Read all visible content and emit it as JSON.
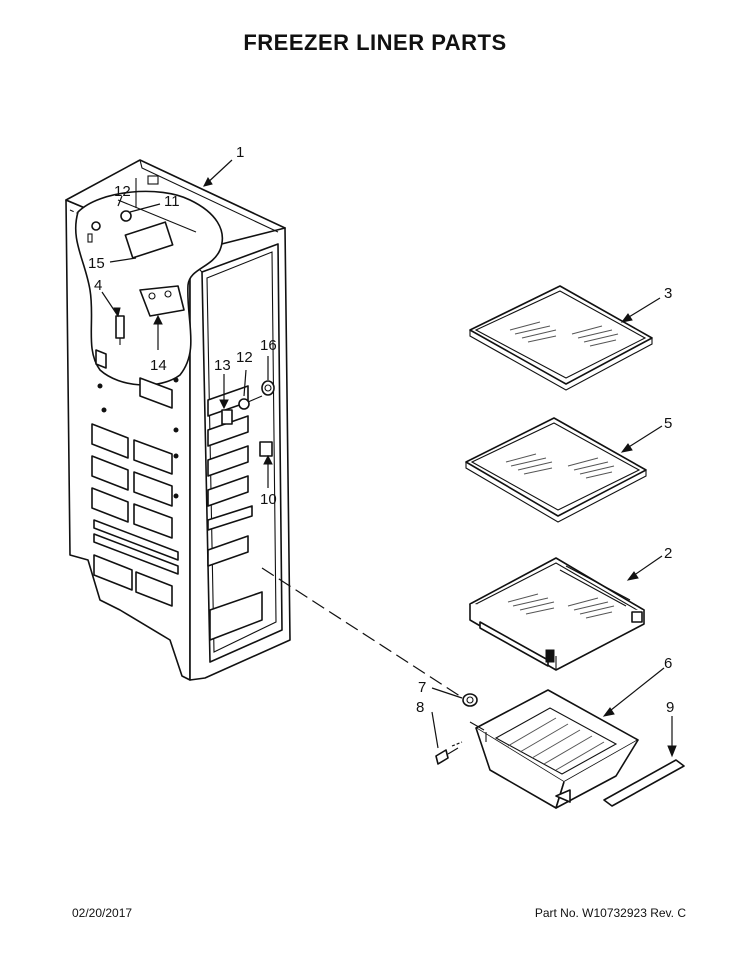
{
  "title": "FREEZER LINER PARTS",
  "footer": {
    "date": "02/20/2017",
    "part_no": "Part No.  W10732923  Rev. C"
  },
  "callouts": {
    "c1": "1",
    "c2": "2",
    "c3": "3",
    "c4": "4",
    "c5": "5",
    "c6": "6",
    "c7": "7",
    "c8": "8",
    "c9": "9",
    "c10": "10",
    "c11": "11",
    "c12a": "12",
    "c12b": "12",
    "c13": "13",
    "c14": "14",
    "c15": "15",
    "c16": "16"
  },
  "colors": {
    "ink": "#111111",
    "paper": "#ffffff"
  }
}
